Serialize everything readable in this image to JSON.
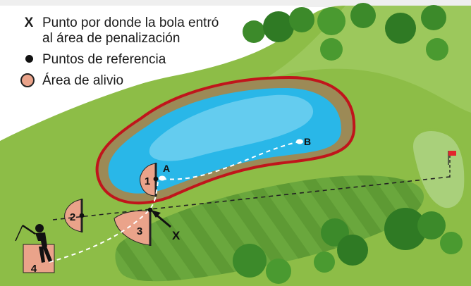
{
  "legend": {
    "items": [
      {
        "symbol": "X",
        "line1": "Punto por donde la bola entró",
        "line2": "al área de penalización"
      },
      {
        "symbol": "dot",
        "line1": "Puntos de referencia"
      },
      {
        "symbol": "relief-circle",
        "line1": "Área de alivio"
      }
    ]
  },
  "diagram": {
    "point_a": "A",
    "point_b": "B",
    "entry_marker": "X",
    "relief_areas": [
      "1",
      "2",
      "3",
      "4"
    ]
  },
  "colors": {
    "rough": "#8dbd47",
    "fairway": "#6aa73d",
    "fairway_stripe": "#5e9a34",
    "green": "#a9d07b",
    "water": "#29b7e8",
    "water_light": "#6ed0f0",
    "hazard_line": "#c0151b",
    "bank": "#9c8a56",
    "relief": "#eaa38a",
    "tree": "#3c8a2a",
    "flag": "#e3262d",
    "top_band": "#efefef"
  }
}
